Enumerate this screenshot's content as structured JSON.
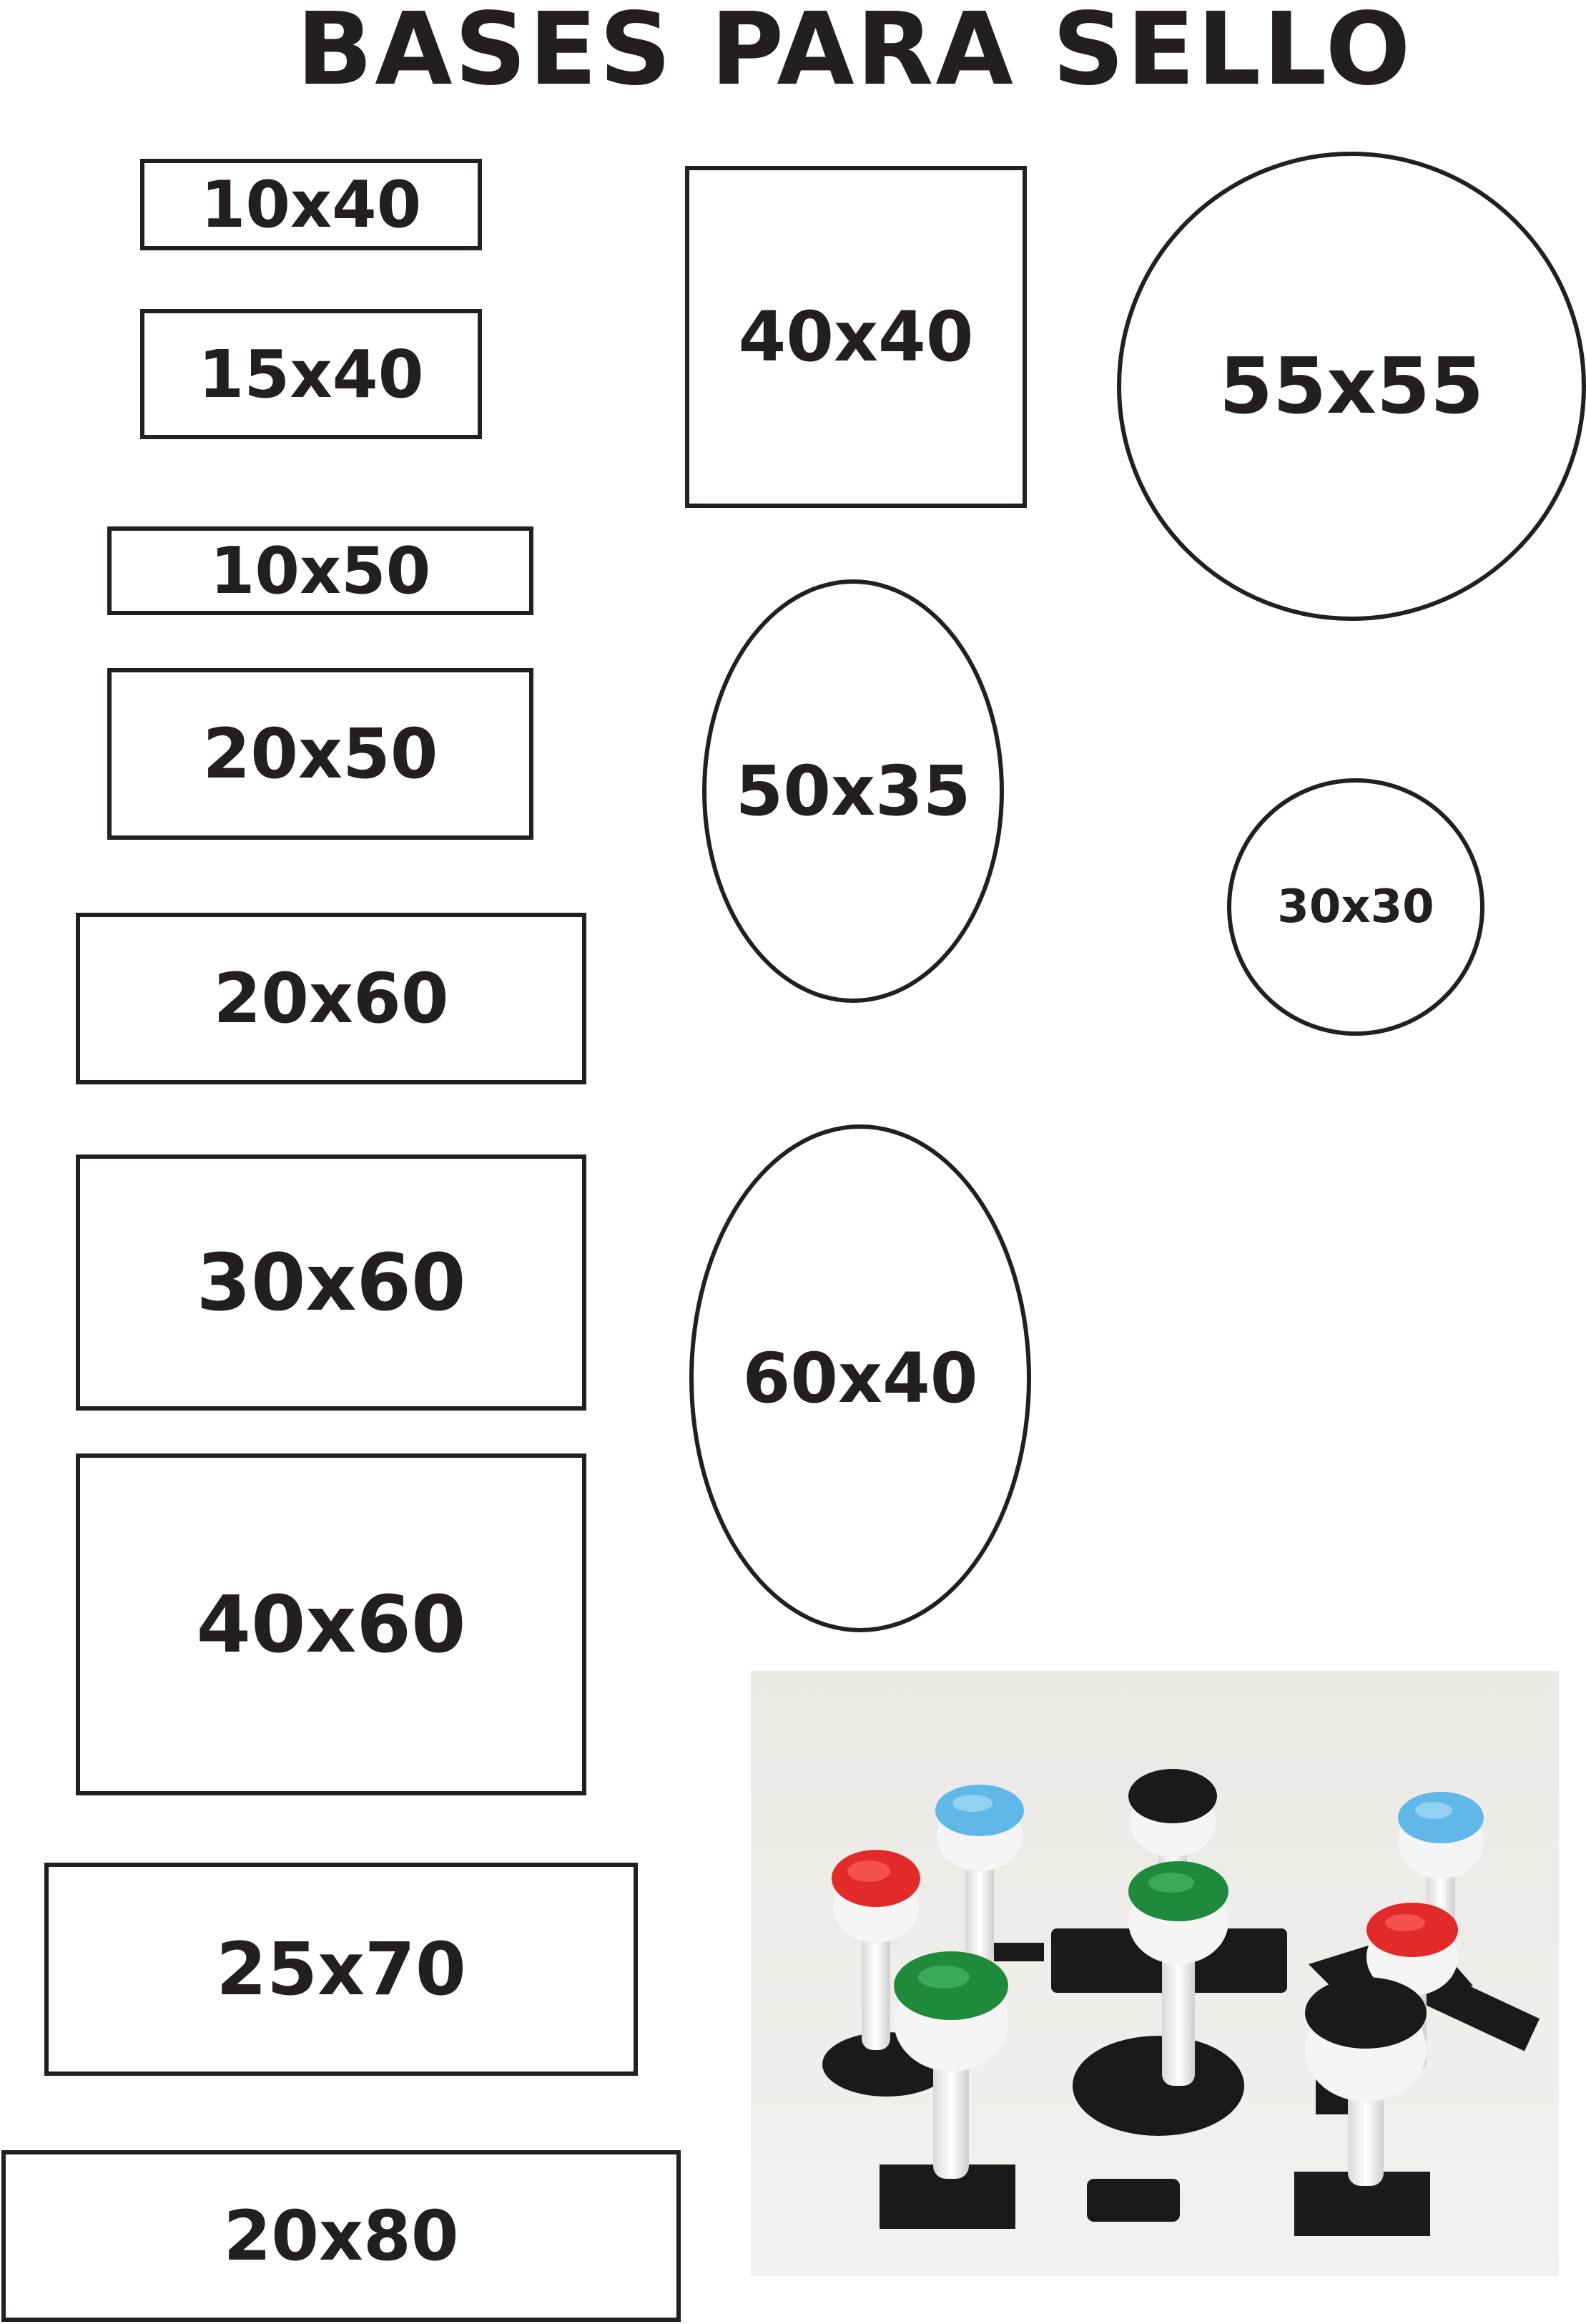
{
  "title": "BASES PARA SELLO",
  "sizes": {
    "r_10x40": "10x40",
    "r_15x40": "15x40",
    "r_10x50": "10x50",
    "r_20x50": "20x50",
    "r_20x60": "20x60",
    "r_30x60": "30x60",
    "r_40x60": "40x60",
    "r_25x70": "25x70",
    "r_20x80": "20x80",
    "sq_40x40": "40x40",
    "o_50x35": "50x35",
    "o_60x40": "60x40",
    "c_55x55": "55x55",
    "c_30x30": "30x30"
  },
  "colors": {
    "ink": "#231f20",
    "stamp_red": "#e32a2a",
    "stamp_blue": "#5fb8e8",
    "stamp_green": "#1f8a3c",
    "stamp_black": "#1a1a1a"
  }
}
